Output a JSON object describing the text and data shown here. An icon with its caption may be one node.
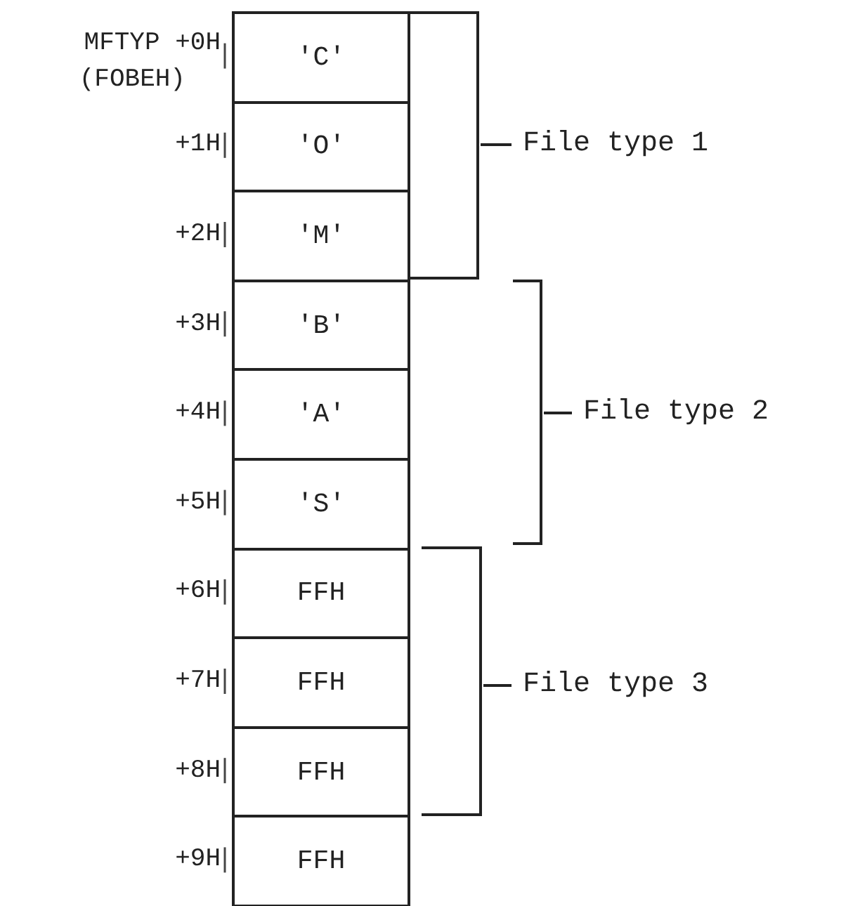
{
  "diagram": {
    "nodes": [
      {
        "text": [
          "'C'"
        ]
      },
      {
        "text": [
          "'O'"
        ]
      },
      {
        "text": [
          "'M'"
        ]
      },
      {
        "text": [
          "'B'"
        ]
      },
      {
        "text": [
          "'A'"
        ]
      },
      {
        "text": [
          "'S'"
        ]
      },
      {
        "text": [
          "FFH"
        ]
      },
      {
        "text": [
          "FFH"
        ]
      },
      {
        "text": [
          "FFH"
        ]
      },
      {
        "text": [
          "FFH"
        ]
      }
    ],
    "edges": [],
    "labels": [
      "MFTYP +0H",
      "(FOBEH)",
      "+1H",
      "+2H",
      "+3H",
      "+4H",
      "+5H",
      "+6H",
      "+7H",
      "+8H",
      "+9H",
      "File type 1",
      "File type 2",
      "File type 3"
    ]
  }
}
